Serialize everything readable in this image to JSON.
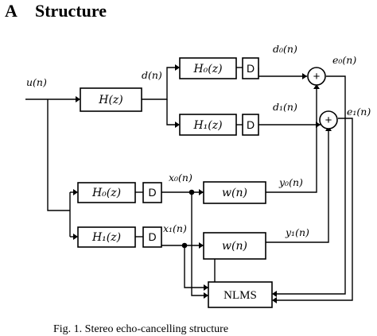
{
  "heading": {
    "section": "A",
    "title": "Structure"
  },
  "signals": {
    "u": "u(n)",
    "d": "d(n)",
    "d0": "d₀(n)",
    "d1": "d₁(n)",
    "e0": "e₀(n)",
    "e1": "e₁(n)",
    "x0": "x₀(n)",
    "x1": "x₁(n)",
    "y0": "y₀(n)",
    "y1": "y₁(n)"
  },
  "blocks": {
    "H": "H(z)",
    "H0_top": "H₀(z)",
    "H1_top": "H₁(z)",
    "H0_bot": "H₀(z)",
    "H1_bot": "H₁(z)",
    "D": "D",
    "w0": "w(n)",
    "w1": "w(n)",
    "nlms": "NLMS"
  },
  "operators": {
    "sum": "+"
  },
  "caption": "Fig. 1. Stereo echo-cancelling structure"
}
